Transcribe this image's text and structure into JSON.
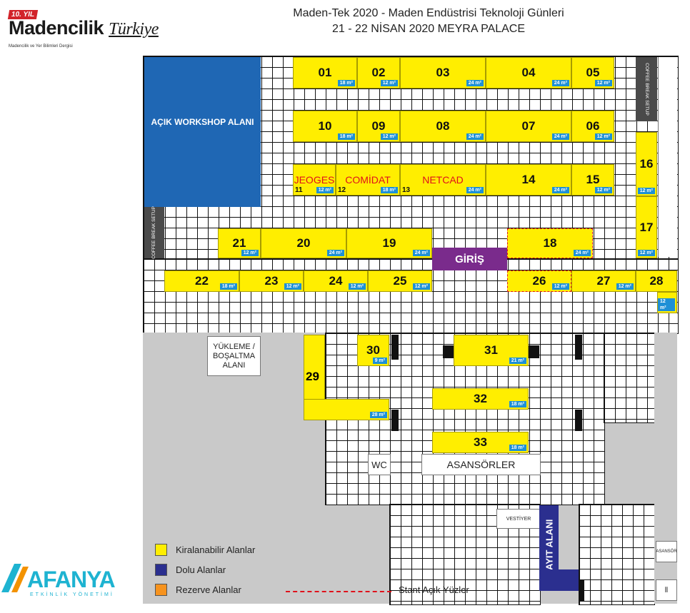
{
  "header": {
    "title_line1": "Maden-Tek 2020 - Maden Endüstrisi Teknoloji Günleri",
    "title_line2": "21 - 22 NİSAN 2020 MEYRA PALACE"
  },
  "logo": {
    "badge": "10. YIL",
    "brand": "Madencilik",
    "brand_suffix": "Türkiye",
    "tagline": "Madencilik ve Yer Bilimleri Dergisi"
  },
  "organizer": {
    "brand": "AFANYA",
    "tagline": "ETKİNLİK YÖNETİMİ"
  },
  "colors": {
    "available": "#ffee00",
    "full": "#2b2f8f",
    "reserved": "#f7931e",
    "workshop": "#1f67b4",
    "entrance": "#7a2b8c",
    "area_tag": "#1e90d6",
    "open_face": "#e0111b"
  },
  "areas": {
    "workshop": "AÇIK WORKSHOP ALANI",
    "coffee_break": "COFFEE BREAK SETUP",
    "entrance": "GİRİŞ",
    "loading": "YÜKLEME / BOŞALTMA ALANI",
    "wc": "WC",
    "elevators": "ASANSÖRLER",
    "cloakroom": "VESTİYER",
    "registration": "KAYIT ALANI",
    "elevator_small": "ASANSÖR"
  },
  "booths": [
    {
      "id": "01",
      "area": "18 m²"
    },
    {
      "id": "02",
      "area": "12 m²"
    },
    {
      "id": "03",
      "area": "24 m²"
    },
    {
      "id": "04",
      "area": "24 m²"
    },
    {
      "id": "05",
      "area": "12 m²"
    },
    {
      "id": "06",
      "area": "12 m²"
    },
    {
      "id": "07",
      "area": "24 m²"
    },
    {
      "id": "08",
      "area": "24 m²"
    },
    {
      "id": "09",
      "area": "12 m²"
    },
    {
      "id": "10",
      "area": "18 m²"
    },
    {
      "id": "11",
      "name": "JEOGES",
      "area": "12 m²"
    },
    {
      "id": "12",
      "name": "COMİDAT",
      "area": "18 m²"
    },
    {
      "id": "13",
      "name": "NETCAD",
      "area": "24 m²"
    },
    {
      "id": "14",
      "area": "24 m²"
    },
    {
      "id": "15",
      "area": "12 m²"
    },
    {
      "id": "16",
      "area": "12 m²"
    },
    {
      "id": "17",
      "area": "12 m²"
    },
    {
      "id": "18",
      "area": "24 m²"
    },
    {
      "id": "19",
      "area": "24 m²"
    },
    {
      "id": "20",
      "area": "24 m²"
    },
    {
      "id": "21",
      "area": "12 m²"
    },
    {
      "id": "22",
      "area": "18 m²"
    },
    {
      "id": "23",
      "area": "12 m²"
    },
    {
      "id": "24",
      "area": "12 m²"
    },
    {
      "id": "25",
      "area": "12 m²"
    },
    {
      "id": "26",
      "area": "12 m²"
    },
    {
      "id": "27",
      "area": "12 m²"
    },
    {
      "id": "28",
      "area": "12 m²"
    },
    {
      "id": "29",
      "area": "28 m²"
    },
    {
      "id": "30",
      "area": "9 m²"
    },
    {
      "id": "31",
      "area": "21 m²"
    },
    {
      "id": "32",
      "area": "18 m²"
    },
    {
      "id": "33",
      "area": "18 m²"
    }
  ],
  "legend": {
    "available": "Kiralanabilir Alanlar",
    "full": "Dolu Alanlar",
    "reserved": "Rezerve Alanlar",
    "open_faces": "Stant Açık Yüzler"
  }
}
